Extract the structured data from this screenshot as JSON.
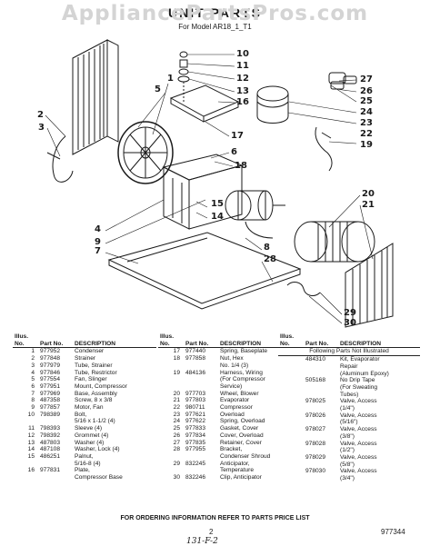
{
  "watermark": "AppliancePartsPros.com",
  "title": "UNIT PARTS",
  "subtitle": "For Model AR18_1_T1",
  "callouts": [
    "1",
    "5",
    "2",
    "3",
    "10",
    "11",
    "12",
    "13",
    "16",
    "27",
    "26",
    "25",
    "24",
    "23",
    "22",
    "19",
    "17",
    "6",
    "18",
    "15",
    "14",
    "4",
    "9",
    "20",
    "21",
    "8",
    "28",
    "7",
    "29",
    "30"
  ],
  "table": {
    "headers": {
      "illus": "Illus. No.",
      "part": "Part No.",
      "desc": "DESCRIPTION"
    },
    "col1": [
      [
        "1",
        "977952",
        "Condenser"
      ],
      [
        "2",
        "977848",
        "Strainer"
      ],
      [
        "3",
        "977979",
        "Tube, Strainer"
      ],
      [
        "4",
        "977846",
        "Tube, Restrictor"
      ],
      [
        "5",
        "977554",
        "Fan, Slinger"
      ],
      [
        "6",
        "977951",
        "Mount, Compressor"
      ],
      [
        "7",
        "977969",
        "Base, Assembly"
      ],
      [
        "8",
        "487358",
        "Screw, 8 x 3/8"
      ],
      [
        "9",
        "977857",
        "Motor, Fan"
      ],
      [
        "10",
        "798389",
        "Bolt,"
      ],
      [
        "",
        "",
        "5/16 x 1-1/2 (4)"
      ],
      [
        "11",
        "798393",
        "Sleeve (4)"
      ],
      [
        "12",
        "798392",
        "Grommet (4)"
      ],
      [
        "13",
        "487803",
        "Washer (4)"
      ],
      [
        "14",
        "487108",
        "Washer, Lock (4)"
      ],
      [
        "15",
        "486251",
        "Palnut,"
      ],
      [
        "",
        "",
        "5/16-8 (4)"
      ],
      [
        "16",
        "977831",
        "Plate,"
      ],
      [
        "",
        "",
        "Compressor Base"
      ]
    ],
    "col2": [
      [
        "17",
        "977440",
        "Spring, Baseplate"
      ],
      [
        "18",
        "977858",
        "Nut, Hex"
      ],
      [
        "",
        "",
        "No. 1/4 (3)"
      ],
      [
        "19",
        "484136",
        "Harness, Wiring"
      ],
      [
        "",
        "",
        "(For Compressor"
      ],
      [
        "",
        "",
        "Service)"
      ],
      [
        "20",
        "977703",
        "Wheel, Blower"
      ],
      [
        "21",
        "977803",
        "Evaporator"
      ],
      [
        "22",
        "980711",
        "Compressor"
      ],
      [
        "23",
        "977621",
        "Overload"
      ],
      [
        "24",
        "977622",
        "Spring, Overload"
      ],
      [
        "25",
        "977833",
        "Gasket, Cover"
      ],
      [
        "26",
        "977834",
        "Cover, Overload"
      ],
      [
        "27",
        "977835",
        "Retainer, Cover"
      ],
      [
        "28",
        "977955",
        "Bracket,"
      ],
      [
        "",
        "",
        "Condenser Shroud"
      ],
      [
        "29",
        "832245",
        "Anticipator,"
      ],
      [
        "",
        "",
        "Temperature"
      ],
      [
        "30",
        "832246",
        "Clip, Anticipator"
      ]
    ],
    "following_header": "Following Parts Not Illustrated",
    "col3": [
      [
        "",
        "484310",
        "Kit, Evaporator"
      ],
      [
        "",
        "",
        "Repair"
      ],
      [
        "",
        "",
        "(Aluminum Epoxy)"
      ],
      [
        "",
        "505168",
        "No Drip Tape"
      ],
      [
        "",
        "",
        "(For Sweating"
      ],
      [
        "",
        "",
        "Tubes)"
      ],
      [
        "",
        "978025",
        "Valve, Access"
      ],
      [
        "",
        "",
        "(1/4\")"
      ],
      [
        "",
        "978026",
        "Valve, Access"
      ],
      [
        "",
        "",
        "(5/16\")"
      ],
      [
        "",
        "978027",
        "Valve, Access"
      ],
      [
        "",
        "",
        "(3/8\")"
      ],
      [
        "",
        "978028",
        "Valve, Access"
      ],
      [
        "",
        "",
        "(1/2\")"
      ],
      [
        "",
        "978029",
        "Valve, Access"
      ],
      [
        "",
        "",
        "(5/8\")"
      ],
      [
        "",
        "978030",
        "Valve, Access"
      ],
      [
        "",
        "",
        "(3/4\")"
      ]
    ]
  },
  "footer": "FOR ORDERING INFORMATION REFER TO PARTS PRICE LIST",
  "page_number": "2",
  "part_code": "977344",
  "handwritten": "131-F-2"
}
